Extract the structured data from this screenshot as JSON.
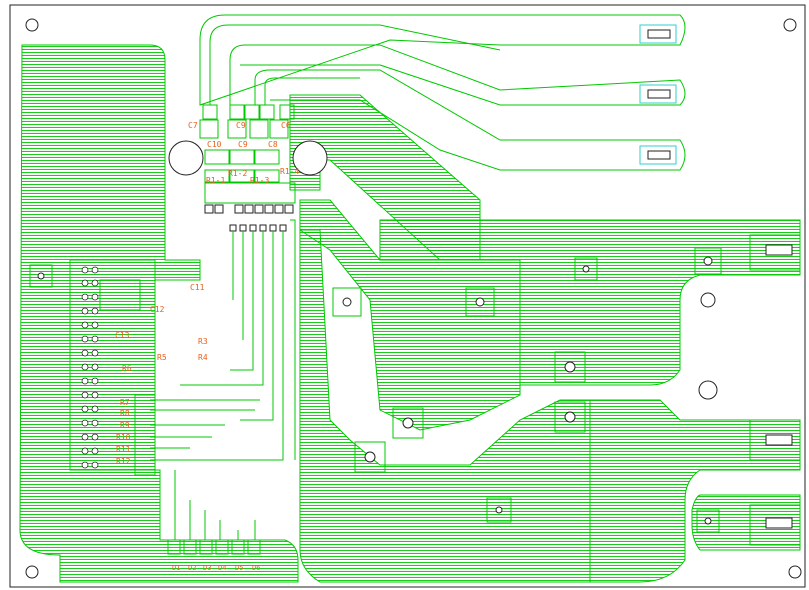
{
  "colors": {
    "background": "#ffffff",
    "copper": "#00c800",
    "copper_fill": "#00c800",
    "labels": "#e8601c",
    "outline": "#222222",
    "pad_inner": "#1a1a1a",
    "connector": "#33cccc"
  },
  "labels": {
    "c7": "C7",
    "c9": "C9",
    "c8": "C8",
    "c6": "C6",
    "c10": "C10",
    "c9b": "C9",
    "c8b": "C8",
    "r1_1": "R1-1",
    "r1_2": "R1-2",
    "r1_3": "R1-3",
    "r1_4": "R1-4",
    "c11": "C11",
    "c12": "C12",
    "c13": "C13",
    "r3": "R3",
    "r4": "R4",
    "r5": "R5",
    "r6": "R6",
    "r7": "R7",
    "r8": "R8",
    "r9": "R9",
    "r10": "R10",
    "r11": "R11",
    "r12": "R12",
    "d1": "D1",
    "d2": "D2",
    "d3": "D3",
    "d4": "D4",
    "d5": "D5",
    "d6": "D6"
  }
}
